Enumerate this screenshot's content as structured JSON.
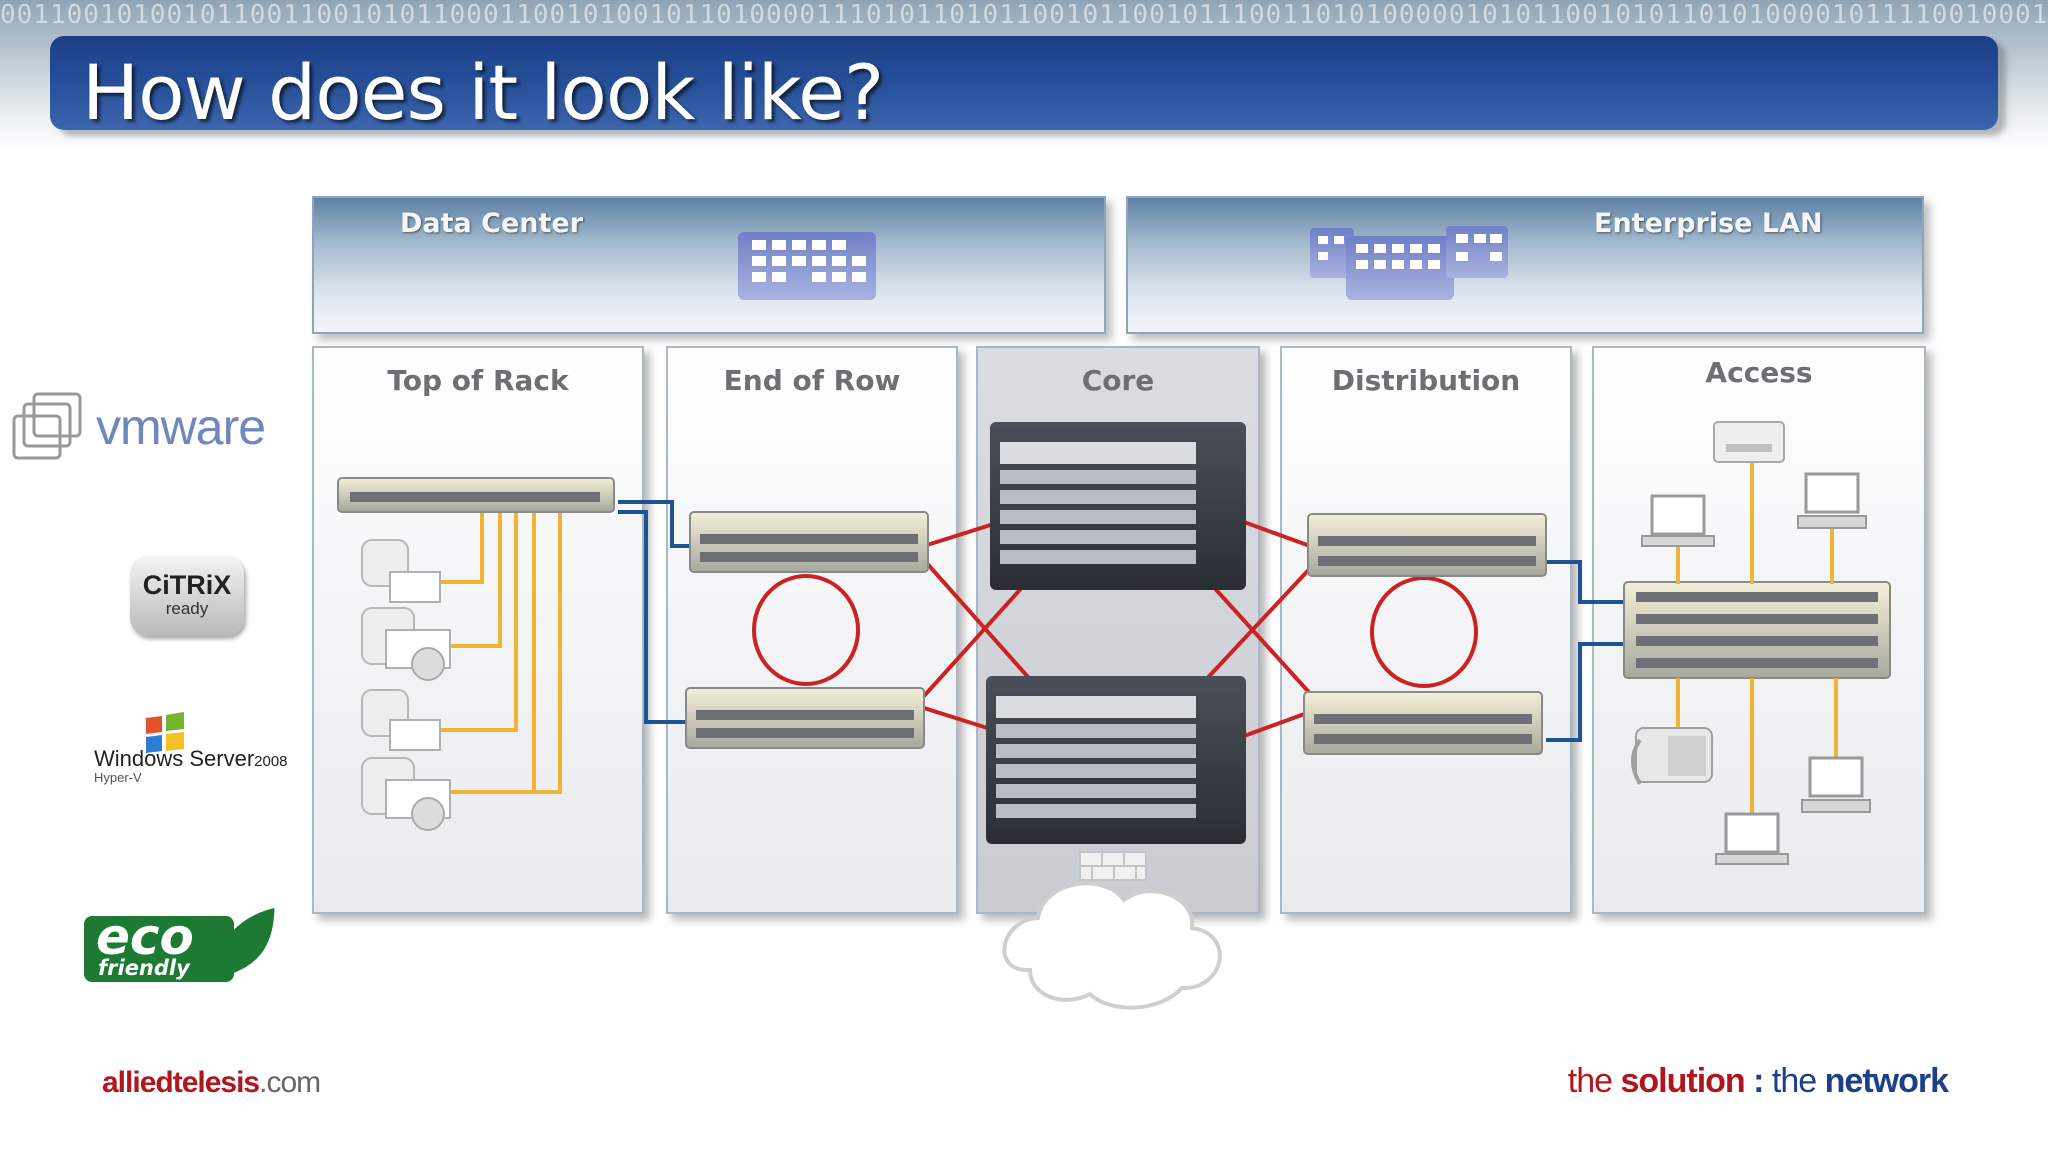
{
  "slide": {
    "title": "How does it look like?"
  },
  "header_panels": [
    {
      "label": "Data Center"
    },
    {
      "label": "Enterprise LAN"
    }
  ],
  "columns": [
    {
      "label": "Top of Rack"
    },
    {
      "label": "End of Row"
    },
    {
      "label": "Core"
    },
    {
      "label": "Distribution"
    },
    {
      "label": "Access"
    }
  ],
  "logos": {
    "vmware": "vmware",
    "citrix_name": "CiTRiX",
    "citrix_sub": "ready",
    "windows_name": "Windows Server",
    "windows_year": "2008",
    "windows_sub": "Hyper-V",
    "eco": "eco",
    "eco_sub": "friendly"
  },
  "footer": {
    "brand": "alliedtelesis",
    "brand_suffix": ".com",
    "tagline_the1": "the ",
    "tagline_solution": "solution",
    "tagline_sep": " : ",
    "tagline_the2": "the ",
    "tagline_network": "network"
  },
  "colors": {
    "title_bar": "#27519a",
    "link_yellow": "#f2b233",
    "link_blue": "#1f5494",
    "link_red": "#cc2222",
    "brand_red": "#b0161c"
  },
  "icons": [
    "vmware-icon",
    "windows-flag-icon",
    "leaf-icon",
    "building-icon",
    "cloud-icon",
    "switch-icon",
    "chassis-icon",
    "server-icon",
    "printer-icon",
    "laptop-icon",
    "desktop-icon",
    "phone-icon",
    "firewall-icon"
  ]
}
